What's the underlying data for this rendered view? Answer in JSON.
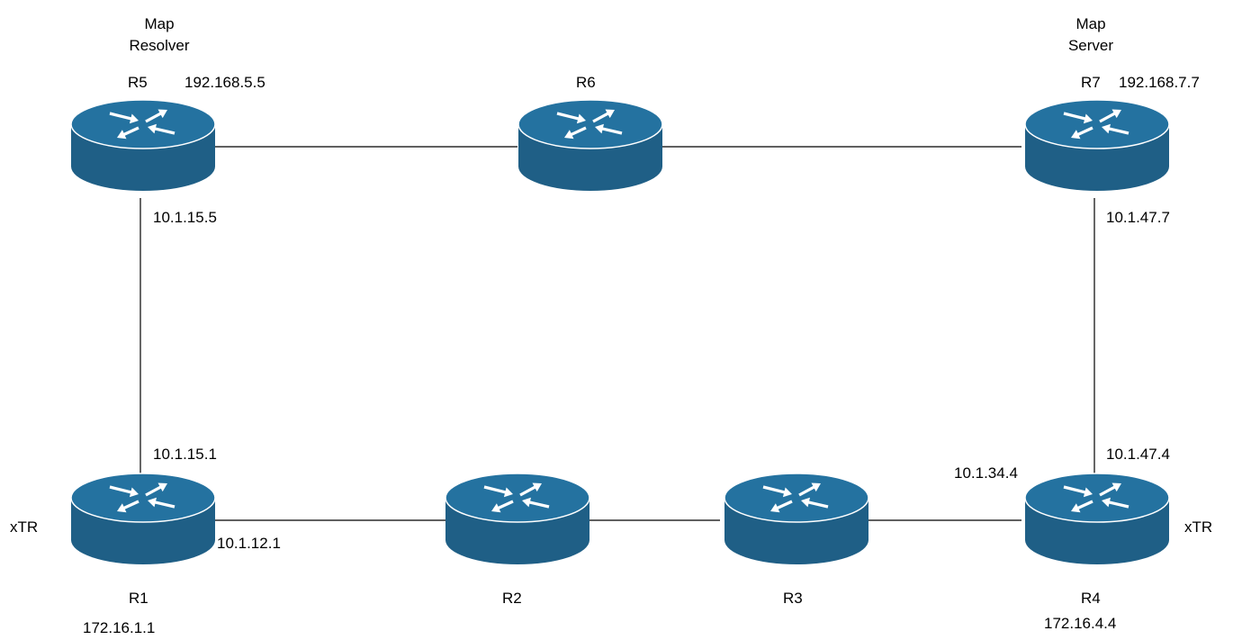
{
  "colors": {
    "router_body": "#1f5f86",
    "router_top": "#2472a0",
    "router_edge": "#ffffff",
    "link": "#000000"
  },
  "routers": {
    "r1": {
      "name": "R1"
    },
    "r2": {
      "name": "R2"
    },
    "r3": {
      "name": "R3"
    },
    "r4": {
      "name": "R4"
    },
    "r5": {
      "name": "R5"
    },
    "r6": {
      "name": "R6"
    },
    "r7": {
      "name": "R7"
    }
  },
  "roles": {
    "r5": "Map\nResolver",
    "r7": "Map\nServer",
    "r1": "xTR",
    "r4": "xTR"
  },
  "addresses": {
    "r5_loopback": "192.168.5.5",
    "r7_loopback": "192.168.7.7",
    "r5_link": "10.1.15.5",
    "r7_link": "10.1.47.7",
    "r1_to_r5": "10.1.15.1",
    "r1_to_r2": "10.1.12.1",
    "r4_to_r3": "10.1.34.4",
    "r4_to_r7": "10.1.47.4",
    "r1_loopback": "172.16.1.1",
    "r4_loopback": "172.16.4.4"
  }
}
